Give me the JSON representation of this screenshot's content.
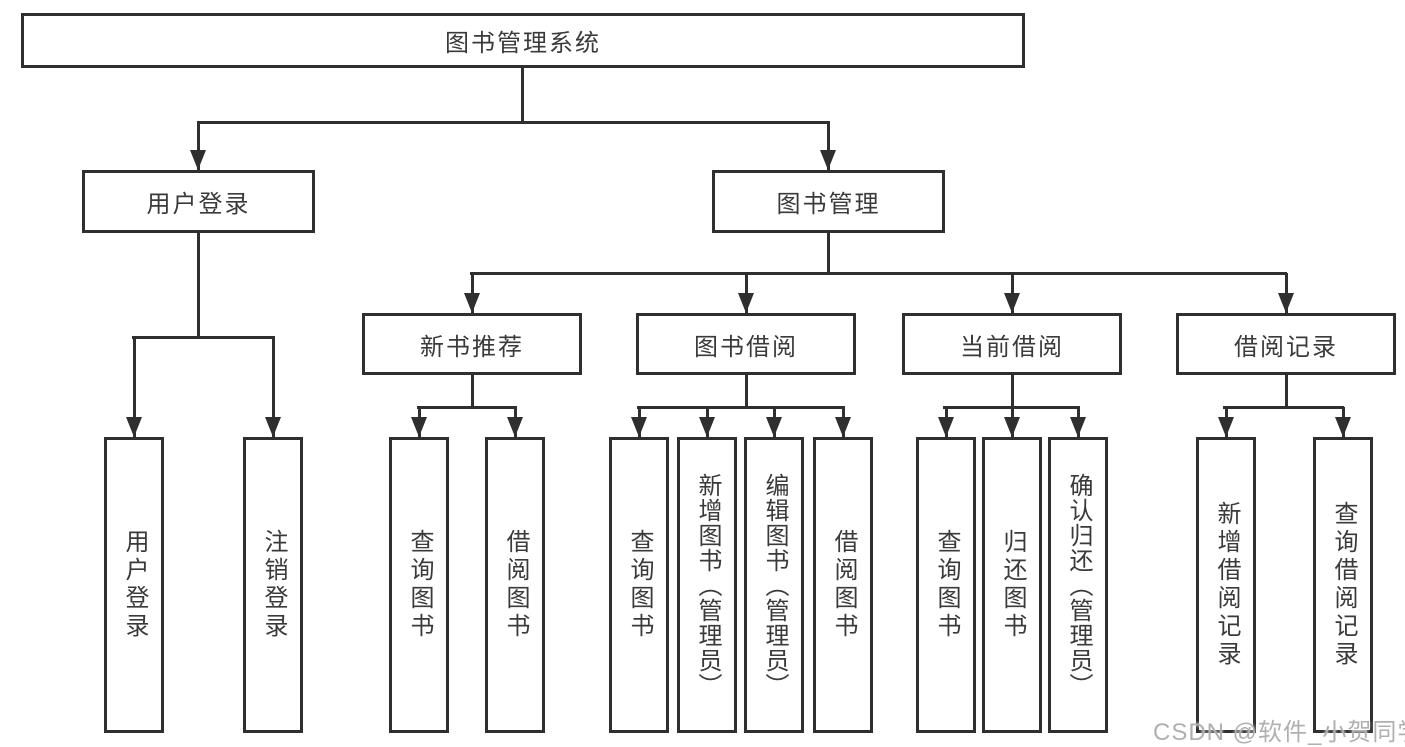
{
  "diagram": {
    "type": "functional-decomposition-tree",
    "labels": {
      "root": "图书管理系统",
      "user_login": "用户登录",
      "book_manage": "图书管理",
      "new_book_rec": "新书推荐",
      "book_borrow": "图书借阅",
      "current_borrow": "当前借阅",
      "borrow_records": "借阅记录",
      "login": "用户登录",
      "logout": "注销登录",
      "rec_query_book": "查询图书",
      "rec_borrow_book": "借阅图书",
      "bb_query_book": "查询图书",
      "bb_add_book": "新增图书（管理员）",
      "bb_edit_book": "编辑图书（管理员）",
      "bb_borrow_book": "借阅图书",
      "cb_query_book": "查询图书",
      "cb_return_book": "归还图书",
      "cb_confirm_return": "确认归还（管理员）",
      "br_add_record": "新增借阅记录",
      "br_query_record": "查询借阅记录"
    },
    "tree": {
      "图书管理系统": {
        "用户登录": [
          "用户登录",
          "注销登录"
        ],
        "图书管理": {
          "新书推荐": [
            "查询图书",
            "借阅图书"
          ],
          "图书借阅": [
            "查询图书",
            "新增图书（管理员）",
            "编辑图书（管理员）",
            "借阅图书"
          ],
          "当前借阅": [
            "查询图书",
            "归还图书",
            "确认归还（管理员）"
          ],
          "借阅记录": [
            "新增借阅记录",
            "查询借阅记录"
          ]
        }
      }
    },
    "colors": {
      "line": "#2f2f2f",
      "box_border": "#2f2f2f",
      "text": "#3a3a3a",
      "background": "#ffffff",
      "watermark": "#b0b0b0"
    }
  },
  "watermark": {
    "text": "CSDN @软件_小贺同学"
  }
}
